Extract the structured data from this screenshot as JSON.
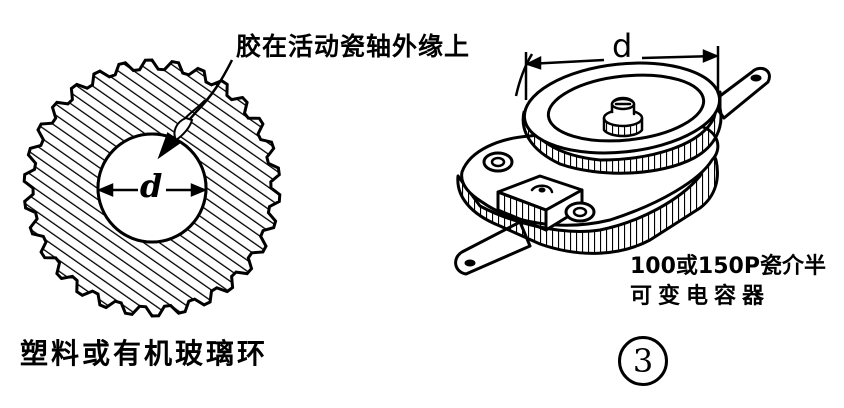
{
  "labels": {
    "glue_note": "胶在活动瓷轴外缘上",
    "ring_note": "塑料或有机玻璃环",
    "capacitor_line1": "100或150P瓷介半",
    "capacitor_line2": "可变电容器",
    "diameter_left": "d",
    "diameter_right": "d",
    "figure_number": "3"
  },
  "colors": {
    "ink": "#000000",
    "paper": "#ffffff"
  }
}
